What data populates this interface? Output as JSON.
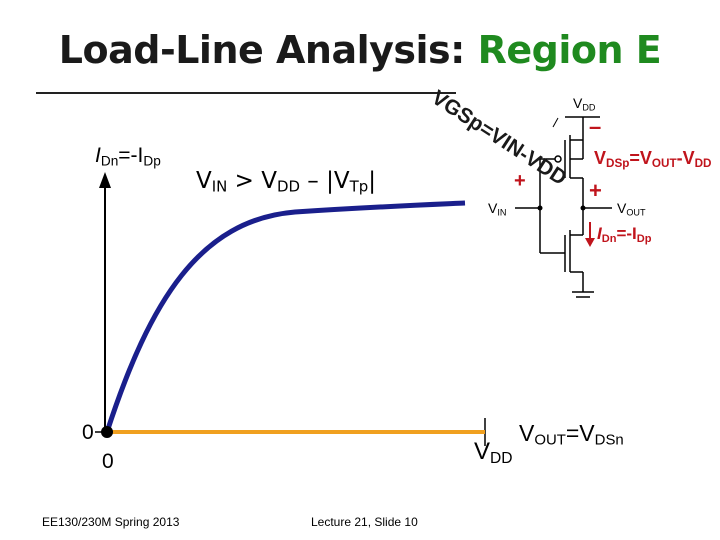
{
  "title": {
    "main": "Load-Line Analysis:",
    "region": "Region E"
  },
  "yaxis": {
    "i_dn": "I",
    "dn": "Dn",
    "eq_minus": "=-I",
    "dp": "Dp"
  },
  "condition": {
    "vin": "V",
    "in_sub": "IN",
    "gt": " > V",
    "dd_sub": "DD",
    "minus": " – |V",
    "tp_sub": "Tp",
    "end": "|"
  },
  "origin": {
    "y": "0",
    "x": "0"
  },
  "vdd_axis": {
    "v": "V",
    "sub": "DD"
  },
  "vout_eq": {
    "v": "V",
    "out": "OUT",
    "eq": "=V",
    "dsn": "DSn"
  },
  "vgsp": {
    "text": "VGSp=VIN-VDD"
  },
  "circuit": {
    "vdd_v": "V",
    "vdd_sub": "DD",
    "vin_v": "V",
    "vin_sub": "IN",
    "vout_v": "V",
    "vout_sub": "OUT",
    "minus_sign": "–",
    "plus_sign": "+",
    "plus_sign2": "+",
    "vdsp_v": "V",
    "vdsp_sub": "DSp",
    "vdsp_eq": "=V",
    "vdsp_out": "OUT",
    "vdsp_minus": "-V",
    "vdsp_dd": "DD",
    "idn_i": "I",
    "idn_sub": "Dn",
    "idn_eq": "=-I",
    "idn_dp": "Dp"
  },
  "footer": {
    "left": "EE130/230M Spring 2013",
    "center": "Lecture 21, Slide 10"
  },
  "colors": {
    "curve": "#1a1f8c",
    "loadline": "#f0a020",
    "accent": "#1f8a1f",
    "red": "#c0141c"
  }
}
